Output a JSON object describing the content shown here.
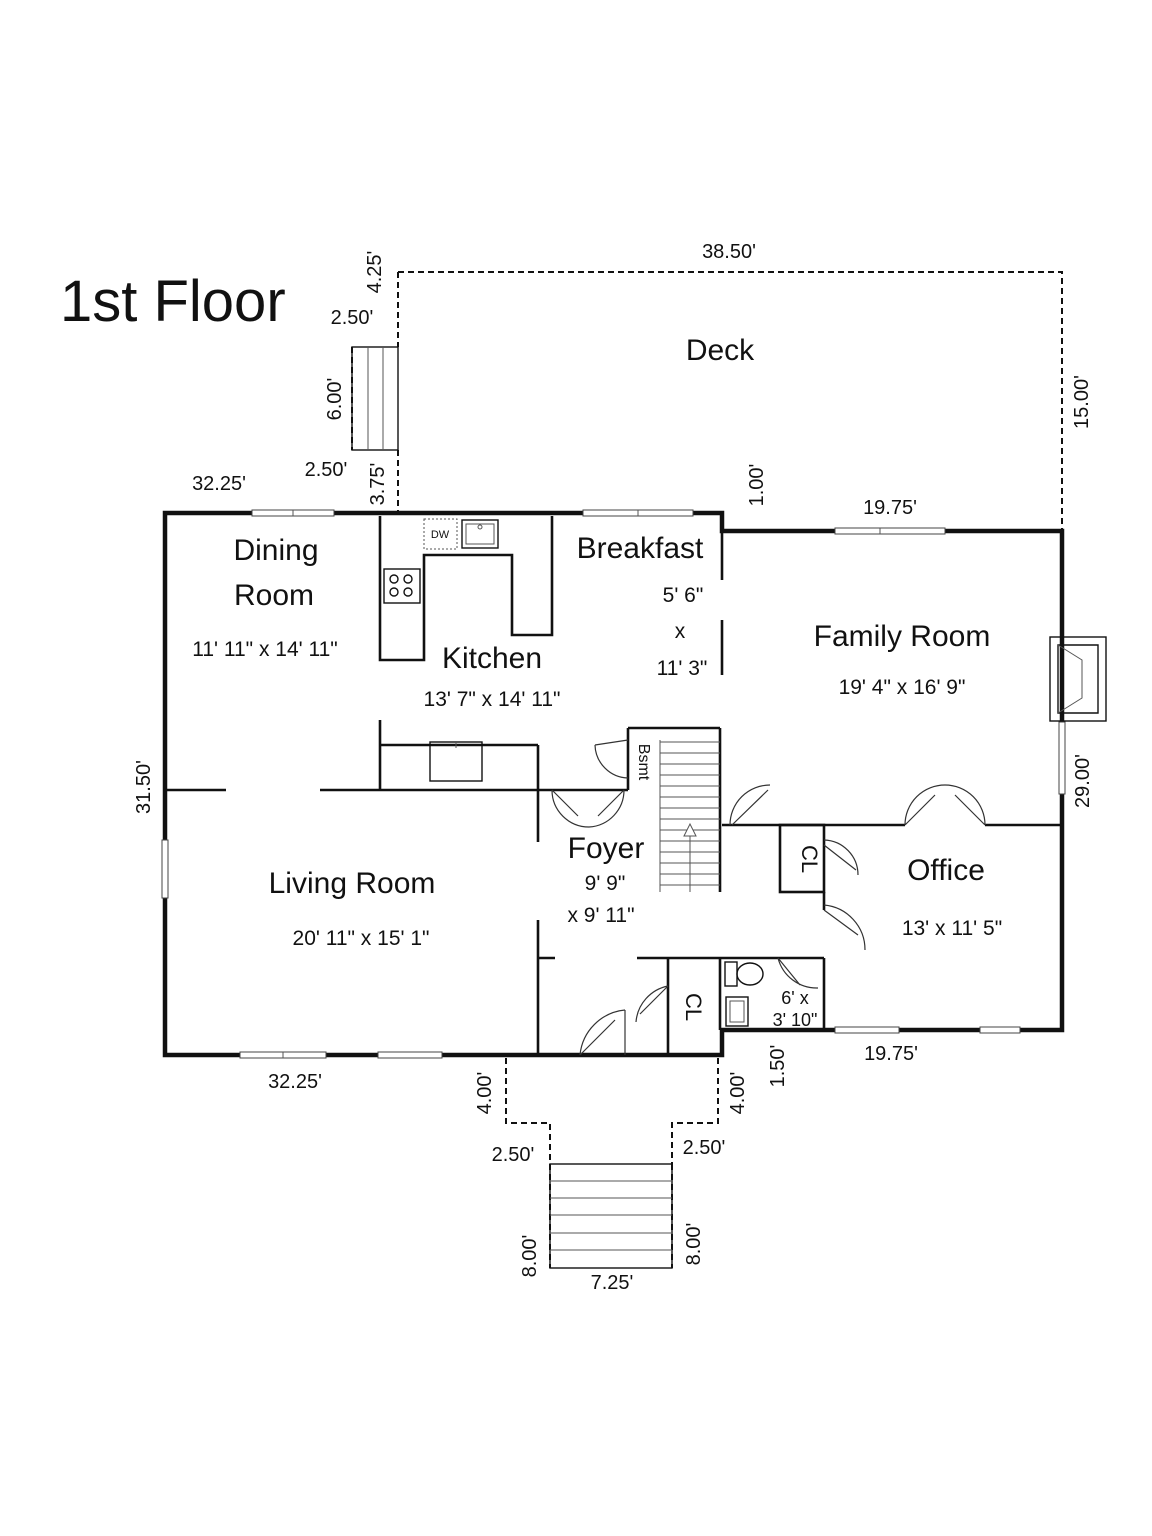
{
  "title": "1st Floor",
  "rooms": {
    "deck": {
      "name": "Deck"
    },
    "dining": {
      "name_line1": "Dining",
      "name_line2": "Room",
      "size": "11' 11\" x 14' 11\""
    },
    "kitchen": {
      "name": "Kitchen",
      "size": "13' 7\" x 14' 11\""
    },
    "breakfast": {
      "name": "Breakfast",
      "size_line1": "5' 6\"",
      "size_line2": "x",
      "size_line3": "11' 3\""
    },
    "family": {
      "name": "Family Room",
      "size": "19' 4\" x 16' 9\""
    },
    "living": {
      "name": "Living Room",
      "size": "20' 11\" x 15' 1\""
    },
    "foyer": {
      "name": "Foyer",
      "size_line1": "9' 9\"",
      "size_line2": "x 9' 11\""
    },
    "office": {
      "name": "Office",
      "size": "13' x 11' 5\""
    },
    "bath": {
      "size_line1": "6' x",
      "size_line2": "3' 10\""
    }
  },
  "labels": {
    "closet_1": "CL",
    "closet_2": "CL",
    "basement": "Bsmt",
    "dishwasher": "DW"
  },
  "dimensions": {
    "deck_width": "38.50'",
    "deck_depth": "15.00'",
    "deck_offset_top": "4.25'",
    "deck_step_width_top": "2.50'",
    "deck_step_length": "6.00'",
    "deck_step_width_bottom": "2.50'",
    "deck_offset_bottom": "3.75'",
    "left_top_wall": "32.25'",
    "jog": "1.00'",
    "right_top_wall": "19.75'",
    "left_side": "31.50'",
    "right_side": "29.00'",
    "left_bottom_wall": "32.25'",
    "right_bottom_wall": "19.75'",
    "bottom_jog": "1.50'",
    "porch_left_depth": "4.00'",
    "porch_right_depth": "4.00'",
    "porch_left_width": "2.50'",
    "porch_right_width": "2.50'",
    "stair_left_length": "8.00'",
    "stair_right_length": "8.00'",
    "stair_width": "7.25'"
  }
}
